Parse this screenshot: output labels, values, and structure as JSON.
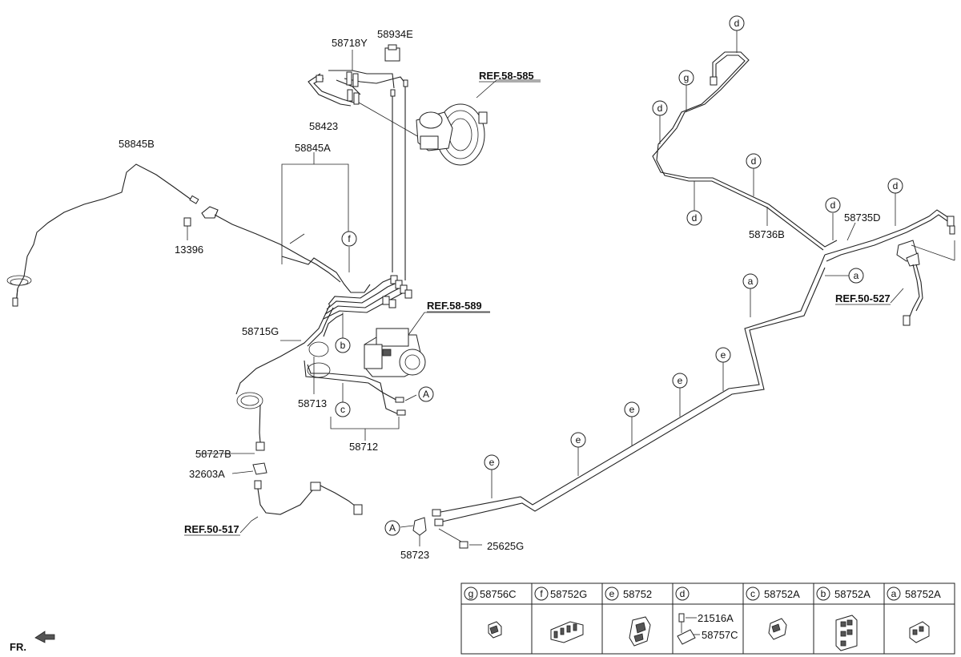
{
  "parts": {
    "p58934E": "58934E",
    "p58718Y": "58718Y",
    "p58423": "58423",
    "p58845B": "58845B",
    "p58845A": "58845A",
    "p13396": "13396",
    "p58715G": "58715G",
    "p58713": "58713",
    "p58712": "58712",
    "p58727B": "58727B",
    "p32603A": "32603A",
    "p58723": "58723",
    "p25625G": "25625G",
    "p58736B": "58736B",
    "p58735D": "58735D"
  },
  "refs": {
    "r585": "REF.58-585",
    "r589": "REF.58-589",
    "r517": "REF.50-517",
    "r527": "REF.50-527"
  },
  "callouts": {
    "a": "a",
    "b": "b",
    "c": "c",
    "d": "d",
    "e": "e",
    "f": "f",
    "g": "g",
    "A": "A"
  },
  "legend": [
    {
      "letter": "g",
      "part": "58756C"
    },
    {
      "letter": "f",
      "part": "58752G"
    },
    {
      "letter": "e",
      "part": "58752"
    },
    {
      "letter": "d",
      "part": "",
      "subparts": [
        "21516A",
        "58757C"
      ]
    },
    {
      "letter": "c",
      "part": "58752A"
    },
    {
      "letter": "b",
      "part": "58752A"
    },
    {
      "letter": "a",
      "part": "58752A"
    }
  ],
  "front_marker": "FR."
}
